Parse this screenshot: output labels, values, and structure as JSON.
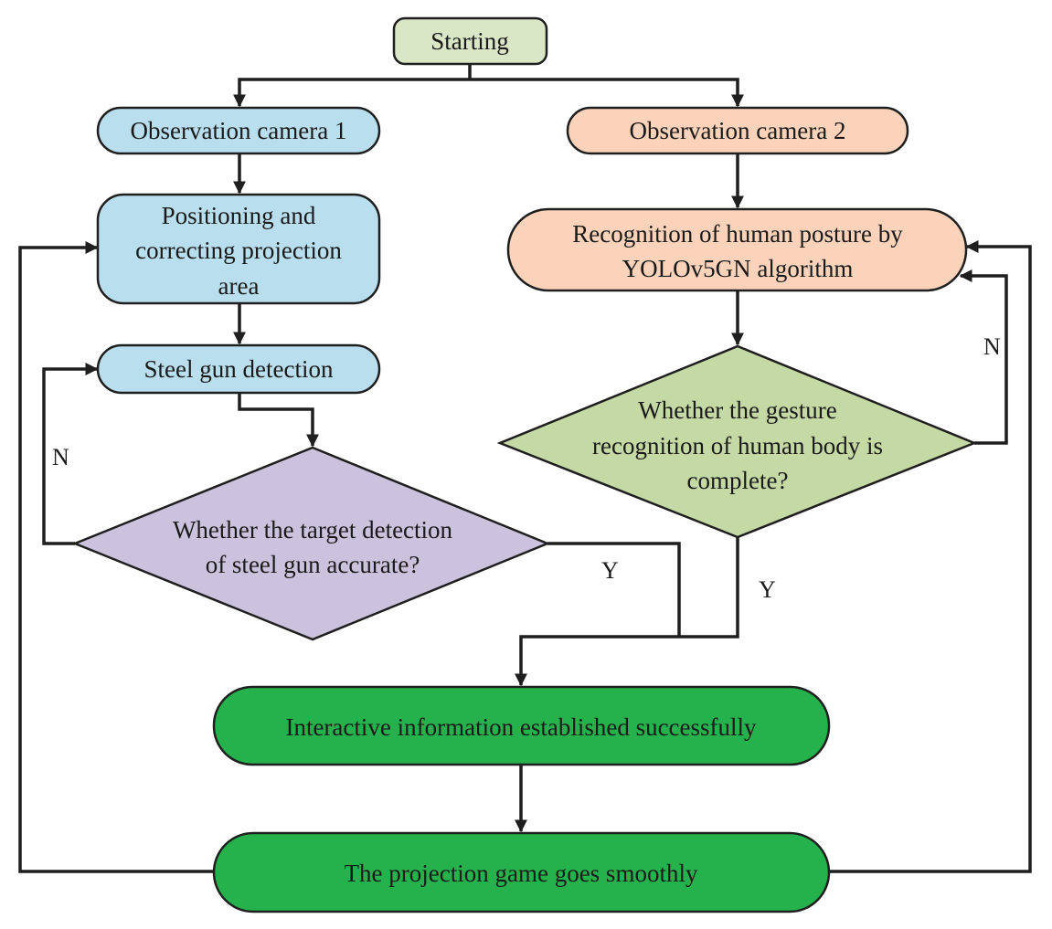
{
  "colors": {
    "start": "#d9e7c7",
    "camera1_branch": "#b9dfee",
    "camera2_branch": "#fbd3ba",
    "steel_gun_decision": "#cbc3dd",
    "gesture_decision": "#c5d9a5",
    "result": "#25b24c",
    "line": "#1f1f1f"
  },
  "nodes": {
    "start": "Starting",
    "camera1": "Observation camera 1",
    "camera2": "Observation camera 2",
    "positioning": [
      "Positioning and",
      "correcting projection",
      "area"
    ],
    "steel_gun": "Steel gun detection",
    "posture": [
      "Recognition of human posture by",
      "YOLOv5GN algorithm"
    ],
    "decision_steel": [
      "Whether the target detection",
      "of steel gun accurate?"
    ],
    "decision_gesture": [
      "Whether the gesture",
      "recognition of human body is",
      "complete?"
    ],
    "interactive": "Interactive information established successfully",
    "game": "The projection game goes smoothly"
  },
  "edge_labels": {
    "steel_no": "N",
    "steel_yes": "Y",
    "gesture_no": "N",
    "gesture_yes": "Y"
  }
}
